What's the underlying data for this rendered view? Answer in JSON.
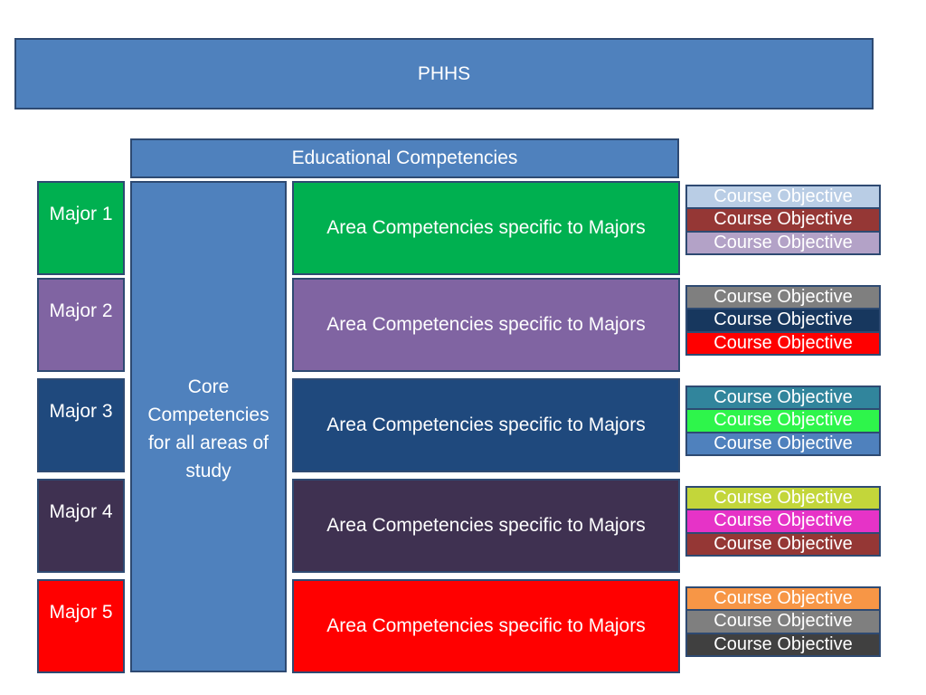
{
  "title": "PHHS",
  "educational_competencies": "Educational Competencies",
  "core_competencies": "Core Competencies for all areas of study",
  "rows": [
    {
      "major": "Major 1",
      "area": "Area Competencies specific to Majors",
      "color": "#00b050",
      "objectives": [
        {
          "label": "Course Objective",
          "color": "#b9cde5"
        },
        {
          "label": "Course Objective",
          "color": "#953735"
        },
        {
          "label": "Course Objective",
          "color": "#b3a2c7"
        }
      ]
    },
    {
      "major": "Major 2",
      "area": "Area Competencies specific to Majors",
      "color": "#8064a2",
      "objectives": [
        {
          "label": "Course Objective",
          "color": "#7f7f7f"
        },
        {
          "label": "Course Objective",
          "color": "#17375e"
        },
        {
          "label": "Course Objective",
          "color": "#ff0000"
        }
      ]
    },
    {
      "major": "Major 3",
      "area": "Area Competencies specific to Majors",
      "color": "#1f497d",
      "objectives": [
        {
          "label": "Course Objective",
          "color": "#31859c"
        },
        {
          "label": "Course Objective",
          "color": "#2ef54b"
        },
        {
          "label": "Course Objective",
          "color": "#4f81bd"
        }
      ]
    },
    {
      "major": "Major 4",
      "area": "Area Competencies specific to Majors",
      "color": "#3f3151",
      "objectives": [
        {
          "label": "Course Objective",
          "color": "#c3d63a"
        },
        {
          "label": "Course Objective",
          "color": "#e633c7"
        },
        {
          "label": "Course Objective",
          "color": "#953735"
        }
      ]
    },
    {
      "major": "Major 5",
      "area": "Area Competencies specific to Majors",
      "color": "#ff0000",
      "objectives": [
        {
          "label": "Course Objective",
          "color": "#f79646"
        },
        {
          "label": "Course Objective",
          "color": "#7f7f7f"
        },
        {
          "label": "Course Objective",
          "color": "#404040"
        }
      ]
    }
  ]
}
